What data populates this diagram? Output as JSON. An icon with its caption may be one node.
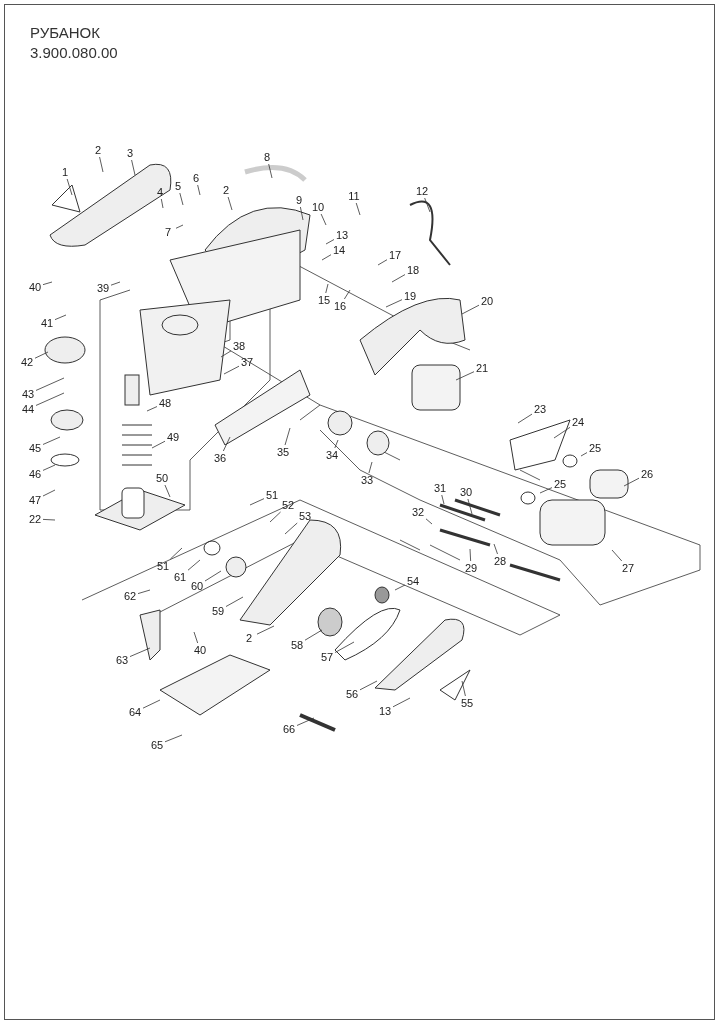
{
  "diagram": {
    "title": "РУБАНОК",
    "nodes": [
      {
        "text": [
          "1"
        ]
      },
      {
        "text": [
          "2"
        ]
      },
      {
        "text": [
          "3"
        ]
      },
      {
        "text": [
          "4"
        ]
      },
      {
        "text": [
          "5"
        ]
      },
      {
        "text": [
          "6"
        ]
      },
      {
        "text": [
          "2"
        ]
      },
      {
        "text": [
          "8"
        ]
      },
      {
        "text": [
          "9"
        ]
      },
      {
        "text": [
          "10"
        ]
      },
      {
        "text": [
          "11"
        ]
      },
      {
        "text": [
          "12"
        ]
      },
      {
        "text": [
          "13"
        ]
      },
      {
        "text": [
          "14"
        ]
      },
      {
        "text": [
          "15"
        ]
      },
      {
        "text": [
          "16"
        ]
      },
      {
        "text": [
          "17"
        ]
      },
      {
        "text": [
          "18"
        ]
      },
      {
        "text": [
          "19"
        ]
      },
      {
        "text": [
          "20"
        ]
      },
      {
        "text": [
          "21"
        ]
      },
      {
        "text": [
          "23"
        ]
      },
      {
        "text": [
          "24"
        ]
      },
      {
        "text": [
          "25"
        ]
      },
      {
        "text": [
          "26"
        ]
      },
      {
        "text": [
          "25"
        ]
      },
      {
        "text": [
          "31"
        ]
      },
      {
        "text": [
          "30"
        ]
      },
      {
        "text": [
          "32"
        ]
      },
      {
        "text": [
          "28"
        ]
      },
      {
        "text": [
          "29"
        ]
      },
      {
        "text": [
          "27"
        ]
      },
      {
        "text": [
          "33"
        ]
      },
      {
        "text": [
          "34"
        ]
      },
      {
        "text": [
          "35"
        ]
      },
      {
        "text": [
          "36"
        ]
      },
      {
        "text": [
          "37"
        ]
      },
      {
        "text": [
          "38"
        ]
      },
      {
        "text": [
          "39"
        ]
      },
      {
        "text": [
          "40"
        ]
      },
      {
        "text": [
          "41"
        ]
      },
      {
        "text": [
          "42"
        ]
      },
      {
        "text": [
          "43"
        ]
      },
      {
        "text": [
          "44"
        ]
      },
      {
        "text": [
          "45"
        ]
      },
      {
        "text": [
          "46"
        ]
      },
      {
        "text": [
          "47"
        ]
      },
      {
        "text": [
          "22"
        ]
      },
      {
        "text": [
          "48"
        ]
      },
      {
        "text": [
          "49"
        ]
      },
      {
        "text": [
          "50"
        ]
      },
      {
        "text": [
          "51"
        ]
      },
      {
        "text": [
          "52"
        ]
      },
      {
        "text": [
          "53"
        ]
      },
      {
        "text": [
          "51"
        ]
      },
      {
        "text": [
          "61"
        ]
      },
      {
        "text": [
          "60"
        ]
      },
      {
        "text": [
          "62"
        ]
      },
      {
        "text": [
          "59"
        ]
      },
      {
        "text": [
          "54"
        ]
      },
      {
        "text": [
          "2"
        ]
      },
      {
        "text": [
          "40"
        ]
      },
      {
        "text": [
          "58"
        ]
      },
      {
        "text": [
          "63"
        ]
      },
      {
        "text": [
          "57"
        ]
      },
      {
        "text": [
          "56"
        ]
      },
      {
        "text": [
          "13"
        ]
      },
      {
        "text": [
          "55"
        ]
      },
      {
        "text": [
          "64"
        ]
      },
      {
        "text": [
          "66"
        ]
      },
      {
        "text": [
          "65"
        ]
      },
      {
        "text": [
          "7"
        ]
      }
    ],
    "edges": [
      {
        "from": 0,
        "to": null,
        "arrow": "none"
      },
      {
        "from": 1,
        "to": null,
        "arrow": "none"
      },
      {
        "from": 2,
        "to": null,
        "arrow": "none"
      },
      {
        "from": 3,
        "to": null,
        "arrow": "none"
      },
      {
        "from": 4,
        "to": null,
        "arrow": "none"
      },
      {
        "from": 5,
        "to": null,
        "arrow": "none"
      },
      {
        "from": 6,
        "to": null,
        "arrow": "none"
      },
      {
        "from": 7,
        "to": null,
        "arrow": "none"
      },
      {
        "from": 8,
        "to": null,
        "arrow": "none"
      },
      {
        "from": 9,
        "to": null,
        "arrow": "none"
      },
      {
        "from": 10,
        "to": null,
        "arrow": "none"
      },
      {
        "from": 11,
        "to": null,
        "arrow": "none"
      },
      {
        "from": 12,
        "to": null,
        "arrow": "none"
      },
      {
        "from": 13,
        "to": null,
        "arrow": "none"
      },
      {
        "from": 14,
        "to": null,
        "arrow": "none"
      },
      {
        "from": 15,
        "to": null,
        "arrow": "none"
      },
      {
        "from": 16,
        "to": null,
        "arrow": "none"
      },
      {
        "from": 17,
        "to": null,
        "arrow": "none"
      },
      {
        "from": 18,
        "to": null,
        "arrow": "none"
      },
      {
        "from": 19,
        "to": null,
        "arrow": "none"
      },
      {
        "from": 20,
        "to": null,
        "arrow": "none"
      },
      {
        "from": 21,
        "to": null,
        "arrow": "none"
      },
      {
        "from": 22,
        "to": null,
        "arrow": "none"
      },
      {
        "from": 23,
        "to": null,
        "arrow": "none"
      },
      {
        "from": 24,
        "to": null,
        "arrow": "none"
      },
      {
        "from": 25,
        "to": null,
        "arrow": "none"
      },
      {
        "from": 26,
        "to": null,
        "arrow": "none"
      },
      {
        "from": 27,
        "to": null,
        "arrow": "none"
      },
      {
        "from": 28,
        "to": null,
        "arrow": "none"
      },
      {
        "from": 29,
        "to": null,
        "arrow": "none"
      },
      {
        "from": 30,
        "to": null,
        "arrow": "none"
      },
      {
        "from": 31,
        "to": null,
        "arrow": "none"
      },
      {
        "from": 32,
        "to": null,
        "arrow": "none"
      },
      {
        "from": 33,
        "to": null,
        "arrow": "none"
      },
      {
        "from": 34,
        "to": null,
        "arrow": "none"
      },
      {
        "from": 35,
        "to": null,
        "arrow": "none"
      },
      {
        "from": 36,
        "to": null,
        "arrow": "none"
      },
      {
        "from": 37,
        "to": null,
        "arrow": "none"
      },
      {
        "from": 38,
        "to": null,
        "arrow": "none"
      },
      {
        "from": 39,
        "to": null,
        "arrow": "none"
      },
      {
        "from": 40,
        "to": null,
        "arrow": "none"
      },
      {
        "from": 41,
        "to": null,
        "arrow": "none"
      },
      {
        "from": 42,
        "to": null,
        "arrow": "none"
      },
      {
        "from": 43,
        "to": null,
        "arrow": "none"
      },
      {
        "from": 44,
        "to": null,
        "arrow": "none"
      },
      {
        "from": 45,
        "to": null,
        "arrow": "none"
      },
      {
        "from": 46,
        "to": null,
        "arrow": "none"
      },
      {
        "from": 47,
        "to": null,
        "arrow": "none"
      },
      {
        "from": 48,
        "to": null,
        "arrow": "none"
      },
      {
        "from": 49,
        "to": null,
        "arrow": "none"
      },
      {
        "from": 50,
        "to": null,
        "arrow": "none"
      },
      {
        "from": 51,
        "to": null,
        "arrow": "none"
      },
      {
        "from": 52,
        "to": null,
        "arrow": "none"
      },
      {
        "from": 53,
        "to": null,
        "arrow": "none"
      },
      {
        "from": 54,
        "to": null,
        "arrow": "none"
      },
      {
        "from": 55,
        "to": null,
        "arrow": "none"
      },
      {
        "from": 56,
        "to": null,
        "arrow": "none"
      },
      {
        "from": 57,
        "to": null,
        "arrow": "none"
      },
      {
        "from": 58,
        "to": null,
        "arrow": "none"
      },
      {
        "from": 59,
        "to": null,
        "arrow": "none"
      },
      {
        "from": 60,
        "to": null,
        "arrow": "none"
      },
      {
        "from": 61,
        "to": null,
        "arrow": "none"
      },
      {
        "from": 62,
        "to": null,
        "arrow": "none"
      },
      {
        "from": 63,
        "to": null,
        "arrow": "none"
      },
      {
        "from": 64,
        "to": null,
        "arrow": "none"
      },
      {
        "from": 65,
        "to": null,
        "arrow": "none"
      },
      {
        "from": 66,
        "to": null,
        "arrow": "none"
      },
      {
        "from": 67,
        "to": null,
        "arrow": "none"
      },
      {
        "from": 68,
        "to": null,
        "arrow": "none"
      },
      {
        "from": 69,
        "to": null,
        "arrow": "none"
      },
      {
        "from": 70,
        "to": null,
        "arrow": "none"
      },
      {
        "from": 71,
        "to": null,
        "arrow": "none"
      }
    ],
    "labels": [
      "3.900.080.00"
    ]
  }
}
